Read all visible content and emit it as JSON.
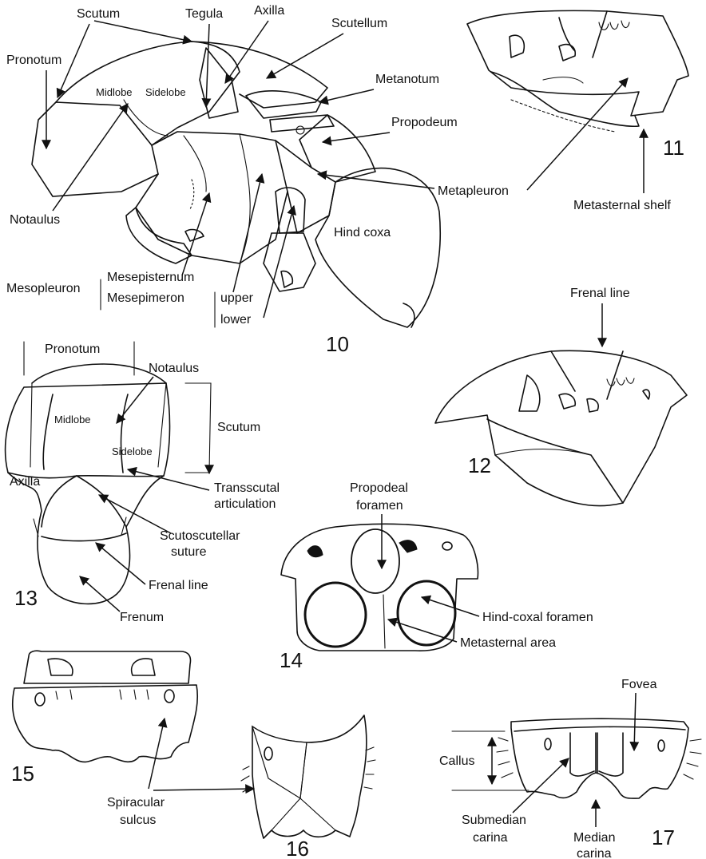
{
  "figures": [
    {
      "number": "10",
      "labels": [
        "Scutum",
        "Tegula",
        "Axilla",
        "Scutellum",
        "Pronotum",
        "Metanotum",
        "Midlobe",
        "Sidelobe",
        "Propodeum",
        "Notaulus",
        "Metapleuron",
        "Hind coxa",
        "Mesopleuron",
        "Mesepisternum",
        "Mesepimeron",
        "upper",
        "lower"
      ]
    },
    {
      "number": "11",
      "labels": [
        "Metasternal shelf"
      ]
    },
    {
      "number": "12",
      "labels": [
        "Frenal line"
      ]
    },
    {
      "number": "13",
      "labels": [
        "Pronotum",
        "Notaulus",
        "Midlobe",
        "Scutum",
        "Sidelobe",
        "Axilla",
        "Transscutal",
        "articulation",
        "Scutoscutellar",
        "suture",
        "Frenal line",
        "Frenum"
      ]
    },
    {
      "number": "14",
      "labels": [
        "Propodeal",
        "foramen",
        "Hind-coxal foramen",
        "Metasternal area"
      ]
    },
    {
      "number": "15",
      "labels": []
    },
    {
      "number": "16",
      "labels": [
        "Spiracular",
        "sulcus"
      ]
    },
    {
      "number": "17",
      "labels": [
        "Fovea",
        "Callus",
        "Submedian",
        "carina",
        "Median",
        "carina"
      ]
    }
  ]
}
